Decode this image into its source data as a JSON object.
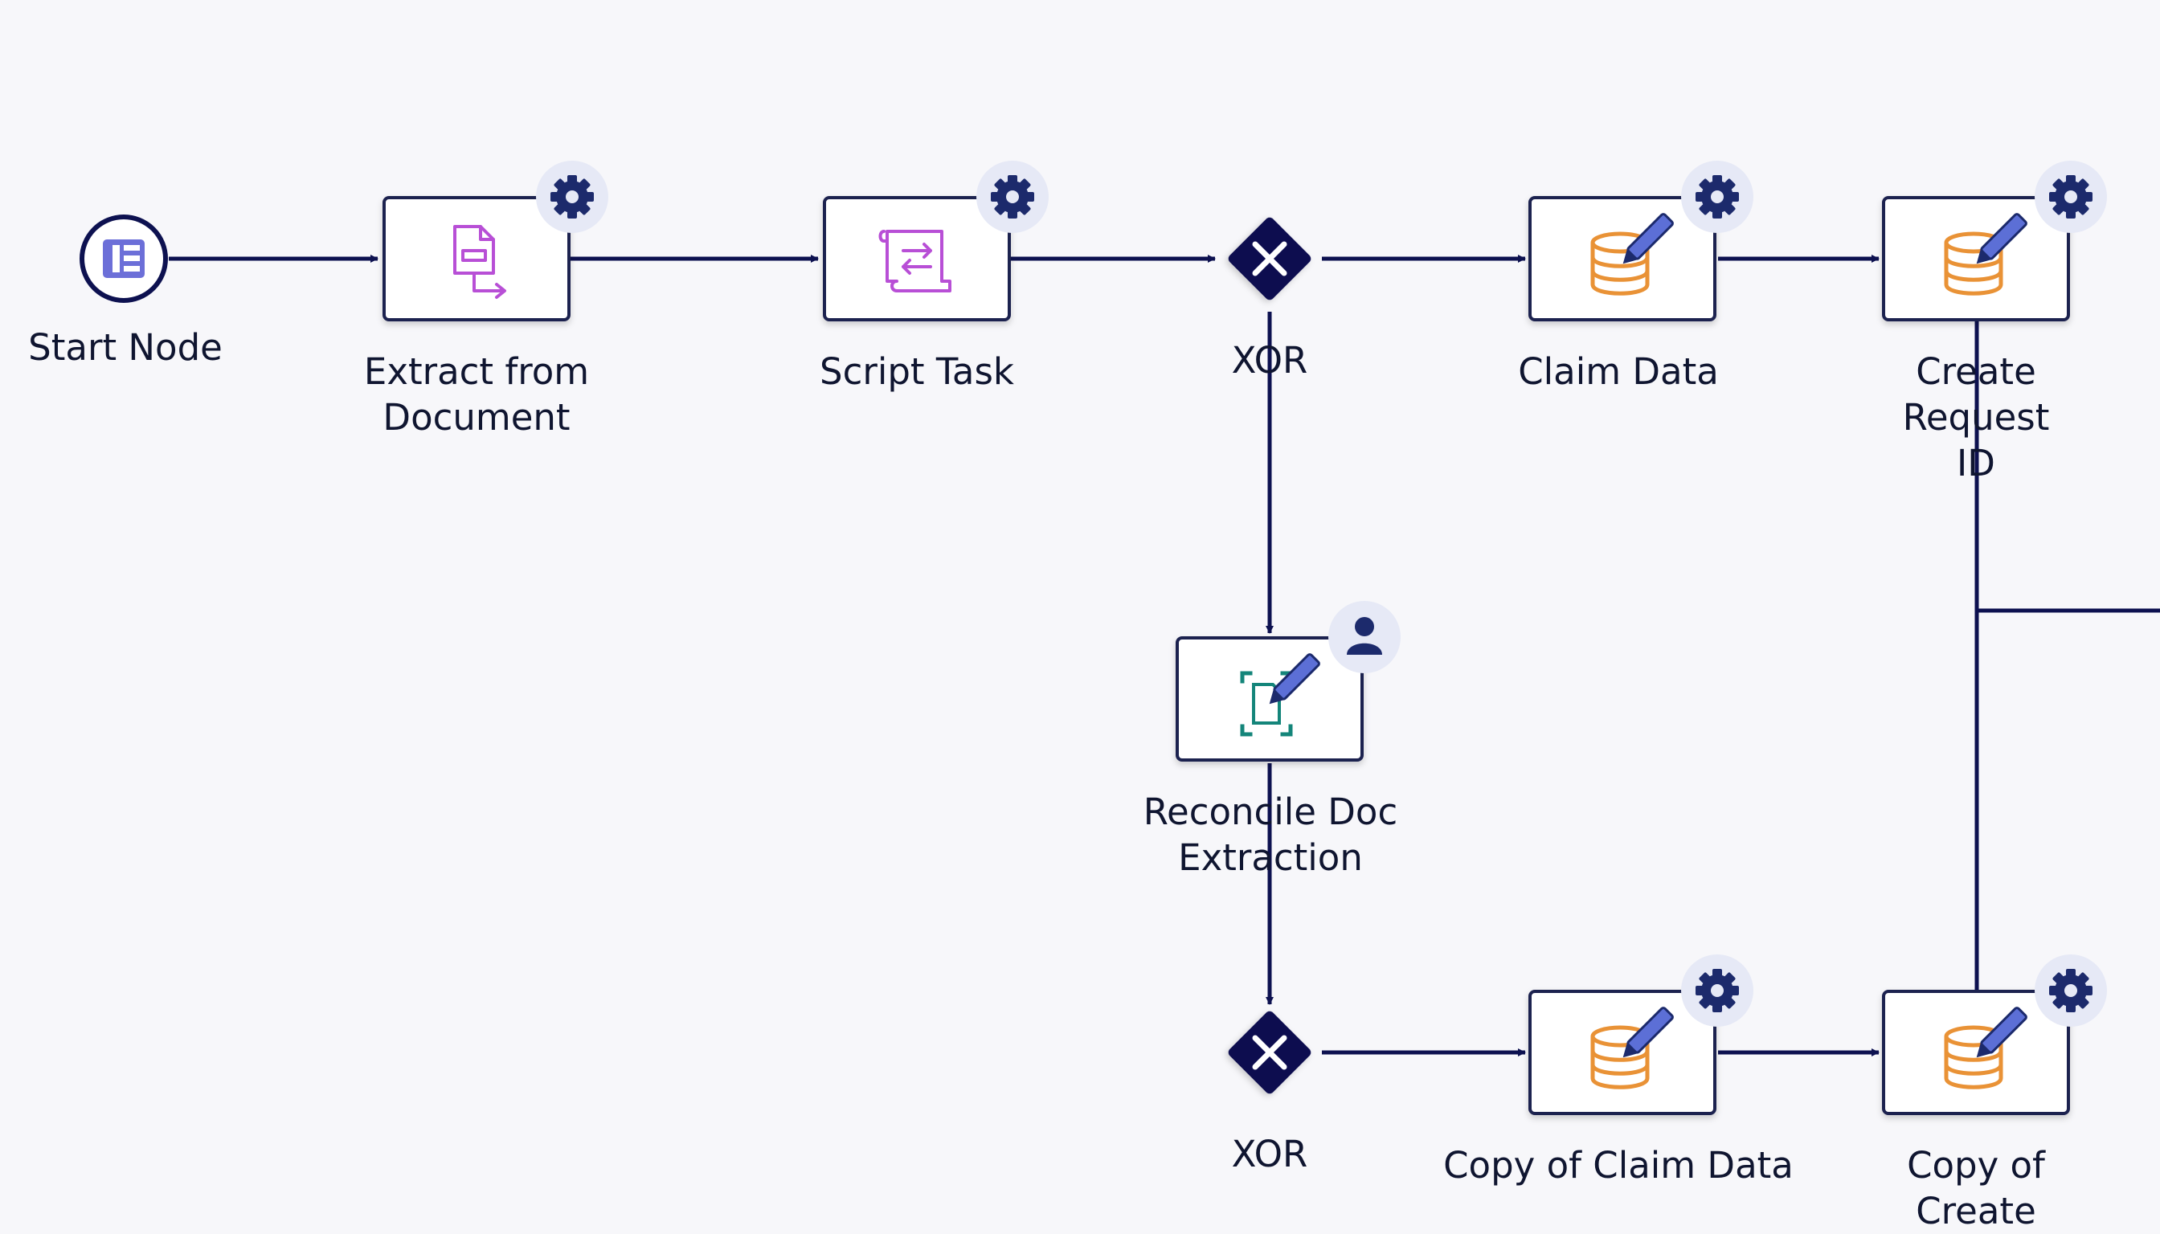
{
  "diagram": {
    "colors": {
      "edge": "#0d1150",
      "node_border": "#1f2350",
      "node_fill": "#ffffff",
      "badge_bg": "#e6e9f6",
      "badge_icon": "#1c2a6c",
      "gateway": "#0d1150",
      "doc_icon": "#b84fd6",
      "database_icon": "#e99236",
      "pencil": "#5c6fd6",
      "reconcile_icon": "#14857a",
      "start_icon": "#6c6fd8"
    },
    "nodes": [
      {
        "id": "start",
        "kind": "start",
        "icon": "form-icon",
        "label": "Start Node"
      },
      {
        "id": "extract",
        "kind": "task",
        "icon": "document-extract-icon",
        "badge": "gear-icon",
        "label": "Extract from\nDocument"
      },
      {
        "id": "script",
        "kind": "task",
        "icon": "script-icon",
        "badge": "gear-icon",
        "label": "Script Task"
      },
      {
        "id": "xor1",
        "kind": "gateway",
        "icon": "close-icon",
        "label": "XOR"
      },
      {
        "id": "claim",
        "kind": "task",
        "icon": "database-edit-icon",
        "badge": "gear-icon",
        "label": "Claim Data"
      },
      {
        "id": "create_req",
        "kind": "task",
        "icon": "database-edit-icon",
        "badge": "gear-icon",
        "label": "Create Request ID"
      },
      {
        "id": "reconcile",
        "kind": "task",
        "icon": "reconcile-doc-icon",
        "badge": "user-icon",
        "label": "Reconcile Doc\nExtraction"
      },
      {
        "id": "xor2",
        "kind": "gateway",
        "icon": "close-icon",
        "label": "XOR"
      },
      {
        "id": "copy_claim",
        "kind": "task",
        "icon": "database-edit-icon",
        "badge": "gear-icon",
        "label": "Copy of Claim Data"
      },
      {
        "id": "copy_create",
        "kind": "task",
        "icon": "database-edit-icon",
        "badge": "gear-icon",
        "label": "Copy of Create"
      }
    ],
    "edges": [
      {
        "from": "start",
        "to": "extract"
      },
      {
        "from": "extract",
        "to": "script"
      },
      {
        "from": "script",
        "to": "xor1"
      },
      {
        "from": "xor1",
        "to": "claim"
      },
      {
        "from": "claim",
        "to": "create_req"
      },
      {
        "from": "xor1",
        "to": "reconcile"
      },
      {
        "from": "reconcile",
        "to": "xor2"
      },
      {
        "from": "xor2",
        "to": "copy_claim"
      },
      {
        "from": "copy_claim",
        "to": "copy_create"
      },
      {
        "from": "create_req",
        "to": "copy_create"
      }
    ]
  }
}
